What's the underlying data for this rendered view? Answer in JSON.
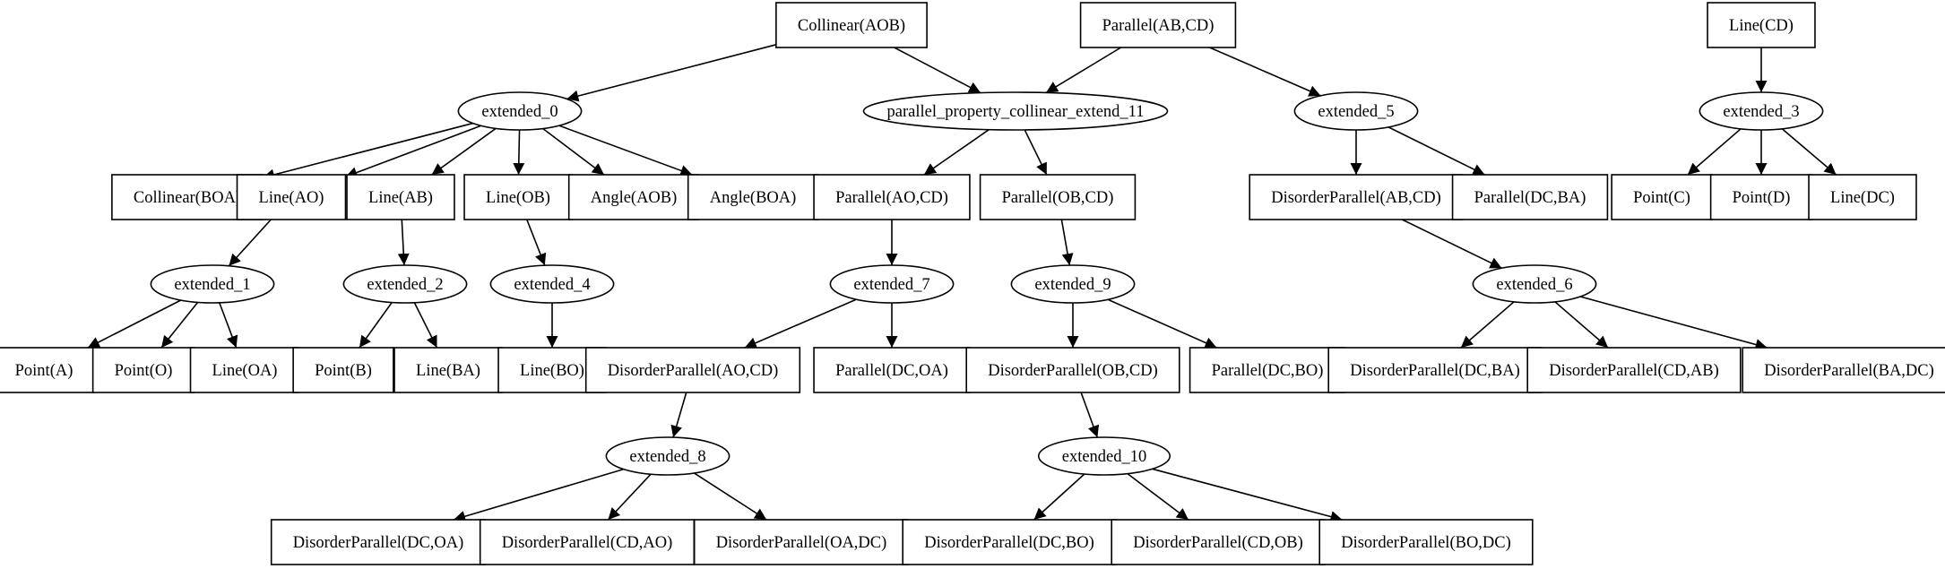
{
  "diagram": {
    "type": "derivation-tree",
    "nodes": [
      {
        "id": "collinear_aob",
        "label": "Collinear(AOB)",
        "shape": "box"
      },
      {
        "id": "parallel_abcd",
        "label": "Parallel(AB,CD)",
        "shape": "box"
      },
      {
        "id": "line_cd",
        "label": "Line(CD)",
        "shape": "box"
      },
      {
        "id": "extended_0",
        "label": "extended_0",
        "shape": "ellipse"
      },
      {
        "id": "pp_11",
        "label": "parallel_property_collinear_extend_11",
        "shape": "ellipse"
      },
      {
        "id": "extended_5",
        "label": "extended_5",
        "shape": "ellipse"
      },
      {
        "id": "extended_3",
        "label": "extended_3",
        "shape": "ellipse"
      },
      {
        "id": "collinear_boa",
        "label": "Collinear(BOA)",
        "shape": "box"
      },
      {
        "id": "line_ao",
        "label": "Line(AO)",
        "shape": "box"
      },
      {
        "id": "line_ab",
        "label": "Line(AB)",
        "shape": "box"
      },
      {
        "id": "line_ob",
        "label": "Line(OB)",
        "shape": "box"
      },
      {
        "id": "angle_aob",
        "label": "Angle(AOB)",
        "shape": "box"
      },
      {
        "id": "angle_boa",
        "label": "Angle(BOA)",
        "shape": "box"
      },
      {
        "id": "parallel_aocd",
        "label": "Parallel(AO,CD)",
        "shape": "box"
      },
      {
        "id": "parallel_obcd",
        "label": "Parallel(OB,CD)",
        "shape": "box"
      },
      {
        "id": "dp_abcd",
        "label": "DisorderParallel(AB,CD)",
        "shape": "box"
      },
      {
        "id": "parallel_dcba",
        "label": "Parallel(DC,BA)",
        "shape": "box"
      },
      {
        "id": "point_c",
        "label": "Point(C)",
        "shape": "box"
      },
      {
        "id": "point_d",
        "label": "Point(D)",
        "shape": "box"
      },
      {
        "id": "line_dc",
        "label": "Line(DC)",
        "shape": "box"
      },
      {
        "id": "extended_1",
        "label": "extended_1",
        "shape": "ellipse"
      },
      {
        "id": "extended_2",
        "label": "extended_2",
        "shape": "ellipse"
      },
      {
        "id": "extended_4",
        "label": "extended_4",
        "shape": "ellipse"
      },
      {
        "id": "extended_7",
        "label": "extended_7",
        "shape": "ellipse"
      },
      {
        "id": "extended_9",
        "label": "extended_9",
        "shape": "ellipse"
      },
      {
        "id": "extended_6",
        "label": "extended_6",
        "shape": "ellipse"
      },
      {
        "id": "point_a",
        "label": "Point(A)",
        "shape": "box"
      },
      {
        "id": "point_o",
        "label": "Point(O)",
        "shape": "box"
      },
      {
        "id": "line_oa",
        "label": "Line(OA)",
        "shape": "box"
      },
      {
        "id": "point_b",
        "label": "Point(B)",
        "shape": "box"
      },
      {
        "id": "line_ba",
        "label": "Line(BA)",
        "shape": "box"
      },
      {
        "id": "line_bo",
        "label": "Line(BO)",
        "shape": "box"
      },
      {
        "id": "dp_aocd",
        "label": "DisorderParallel(AO,CD)",
        "shape": "box"
      },
      {
        "id": "parallel_dcoa",
        "label": "Parallel(DC,OA)",
        "shape": "box"
      },
      {
        "id": "dp_obcd",
        "label": "DisorderParallel(OB,CD)",
        "shape": "box"
      },
      {
        "id": "parallel_dcbo",
        "label": "Parallel(DC,BO)",
        "shape": "box"
      },
      {
        "id": "dp_dcba",
        "label": "DisorderParallel(DC,BA)",
        "shape": "box"
      },
      {
        "id": "dp_cdab",
        "label": "DisorderParallel(CD,AB)",
        "shape": "box"
      },
      {
        "id": "dp_badc",
        "label": "DisorderParallel(BA,DC)",
        "shape": "box"
      },
      {
        "id": "extended_8",
        "label": "extended_8",
        "shape": "ellipse"
      },
      {
        "id": "extended_10",
        "label": "extended_10",
        "shape": "ellipse"
      },
      {
        "id": "dp_dcoa",
        "label": "DisorderParallel(DC,OA)",
        "shape": "box"
      },
      {
        "id": "dp_cdao",
        "label": "DisorderParallel(CD,AO)",
        "shape": "box"
      },
      {
        "id": "dp_oadc",
        "label": "DisorderParallel(OA,DC)",
        "shape": "box"
      },
      {
        "id": "dp_dcbo",
        "label": "DisorderParallel(DC,BO)",
        "shape": "box"
      },
      {
        "id": "dp_cdob",
        "label": "DisorderParallel(CD,OB)",
        "shape": "box"
      },
      {
        "id": "dp_bodc",
        "label": "DisorderParallel(BO,DC)",
        "shape": "box"
      }
    ],
    "edges": [
      [
        "collinear_aob",
        "extended_0"
      ],
      [
        "collinear_aob",
        "pp_11"
      ],
      [
        "parallel_abcd",
        "pp_11"
      ],
      [
        "parallel_abcd",
        "extended_5"
      ],
      [
        "line_cd",
        "extended_3"
      ],
      [
        "extended_0",
        "collinear_boa"
      ],
      [
        "extended_0",
        "line_ao"
      ],
      [
        "extended_0",
        "line_ab"
      ],
      [
        "extended_0",
        "line_ob"
      ],
      [
        "extended_0",
        "angle_aob"
      ],
      [
        "extended_0",
        "angle_boa"
      ],
      [
        "pp_11",
        "parallel_aocd"
      ],
      [
        "pp_11",
        "parallel_obcd"
      ],
      [
        "extended_5",
        "dp_abcd"
      ],
      [
        "extended_5",
        "parallel_dcba"
      ],
      [
        "extended_3",
        "point_c"
      ],
      [
        "extended_3",
        "point_d"
      ],
      [
        "extended_3",
        "line_dc"
      ],
      [
        "line_ao",
        "extended_1"
      ],
      [
        "line_ab",
        "extended_2"
      ],
      [
        "line_ob",
        "extended_4"
      ],
      [
        "parallel_aocd",
        "extended_7"
      ],
      [
        "parallel_obcd",
        "extended_9"
      ],
      [
        "dp_abcd",
        "extended_6"
      ],
      [
        "extended_1",
        "point_a"
      ],
      [
        "extended_1",
        "point_o"
      ],
      [
        "extended_1",
        "line_oa"
      ],
      [
        "extended_2",
        "point_b"
      ],
      [
        "extended_2",
        "line_ba"
      ],
      [
        "extended_4",
        "line_bo"
      ],
      [
        "extended_7",
        "dp_aocd"
      ],
      [
        "extended_7",
        "parallel_dcoa"
      ],
      [
        "extended_9",
        "dp_obcd"
      ],
      [
        "extended_9",
        "parallel_dcbo"
      ],
      [
        "extended_6",
        "dp_dcba"
      ],
      [
        "extended_6",
        "dp_cdab"
      ],
      [
        "extended_6",
        "dp_badc"
      ],
      [
        "dp_aocd",
        "extended_8"
      ],
      [
        "dp_obcd",
        "extended_10"
      ],
      [
        "extended_8",
        "dp_dcoa"
      ],
      [
        "extended_8",
        "dp_cdao"
      ],
      [
        "extended_8",
        "dp_oadc"
      ],
      [
        "extended_10",
        "dp_dcbo"
      ],
      [
        "extended_10",
        "dp_cdob"
      ],
      [
        "extended_10",
        "dp_bodc"
      ]
    ]
  }
}
